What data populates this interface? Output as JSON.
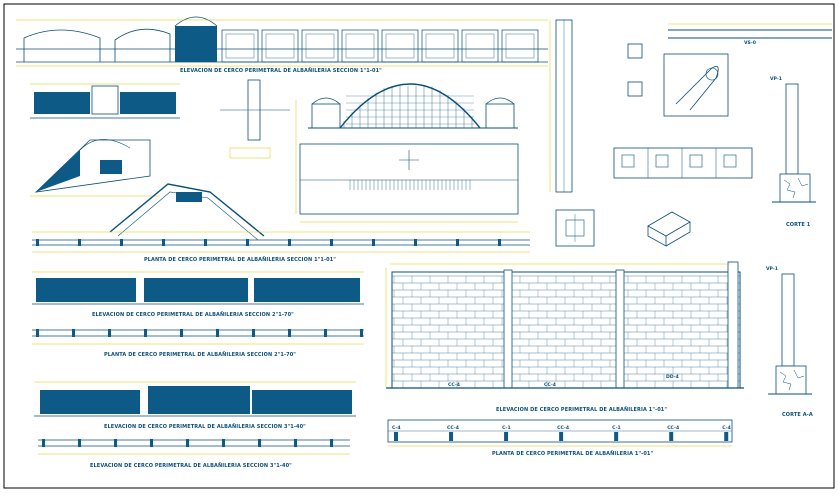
{
  "sheet": {
    "colors": {
      "line": "#0a4f7c",
      "fill": "#0e5a86",
      "dim": "#d9c800",
      "frame": "#000000"
    }
  },
  "titles": {
    "elev_seccion_1": "ELEVACION DE CERCO PERIMETRAL DE ALBAÑILERIA SECCION 1\"1-01\"",
    "planta_seccion_1": "PLANTA DE CERCO PERIMETRAL DE ALBAÑILERIA SECCION 1\"1-01\"",
    "elev_seccion_2": "ELEVACION DE CERCO PERIMETRAL DE ALBAÑILERIA SECCION 2\"1-70\"",
    "planta_seccion_2": "PLANTA DE CERCO PERIMETRAL DE ALBAÑILERIA SECCION 2\"1-70\"",
    "elev_seccion_3": "ELEVACION DE CERCO PERIMETRAL DE ALBAÑILERIA SECCION 3\"1-40\"",
    "elev_seccion_3b": "ELEVACION DE CERCO PERIMETRAL DE ALBAÑILERIA SECCION 3\"1-40\"",
    "elev_detalle": "ELEVACION DE CERCO PERIMETRAL DE ALBAÑILERIA 1\"-01\"",
    "planta_detalle": "PLANTA DE CERCO PERIMETRAL DE ALBAÑILERIA 1\"-01\"",
    "corte_1": "CORTE 1",
    "corte_a": "CORTE A-A",
    "vs": "VS-0",
    "vp_1": "VP-1",
    "vp_2": "VP-1"
  },
  "labels": {
    "cc4_a": "CC-4",
    "cc4_b": "CC-4",
    "dd4": "DD-4",
    "plan_marks": [
      "C-4",
      "CC-4",
      "C-1",
      "CC-4",
      "C-1",
      "CC-4",
      "C-4"
    ]
  }
}
